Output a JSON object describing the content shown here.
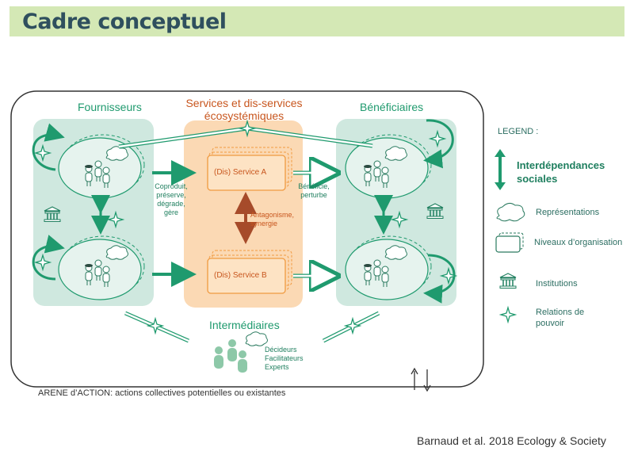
{
  "title": "Cadre conceptuel",
  "headers": {
    "suppliers": "Fournisseurs",
    "services_line1": "Services et dis-services",
    "services_line2": "écosystémiques",
    "beneficiaries": "Bénéficiaires",
    "intermediaries": "Intermédiaires"
  },
  "services": {
    "a": "(Dis) Service A",
    "b": "(Dis) Service B"
  },
  "flows": {
    "supplier_actions": [
      "Coproduit,",
      "préserve,",
      "dégrade,",
      "gère"
    ],
    "beneficiary_actions": [
      "Bénéficie,",
      "perturbe"
    ],
    "service_relation": [
      "Antagonisme,",
      "synergie"
    ]
  },
  "intermediary_roles": [
    "Décideurs",
    "Facilitateurs",
    "Experts"
  ],
  "arena_label": "ARENE d’ACTION: actions collectives potentielles ou existantes",
  "legend": {
    "title": "LEGEND :",
    "interdependence": [
      "Interdépendances",
      "sociales"
    ],
    "representations": "Représentations",
    "levels": "Niveaux d’organisation",
    "institutions": "Institutions",
    "power": [
      "Relations de",
      "pouvoir"
    ]
  },
  "citation": "Barnaud et al. 2018 Ecology & Society",
  "colors": {
    "title_bg": "#d4e8b5",
    "green_panel": "#cfe8df",
    "orange_panel": "#fbd9b4",
    "green_accent": "#1f9a6e",
    "orange_accent": "#c8561e",
    "brown_arrow": "#a64b2a"
  }
}
